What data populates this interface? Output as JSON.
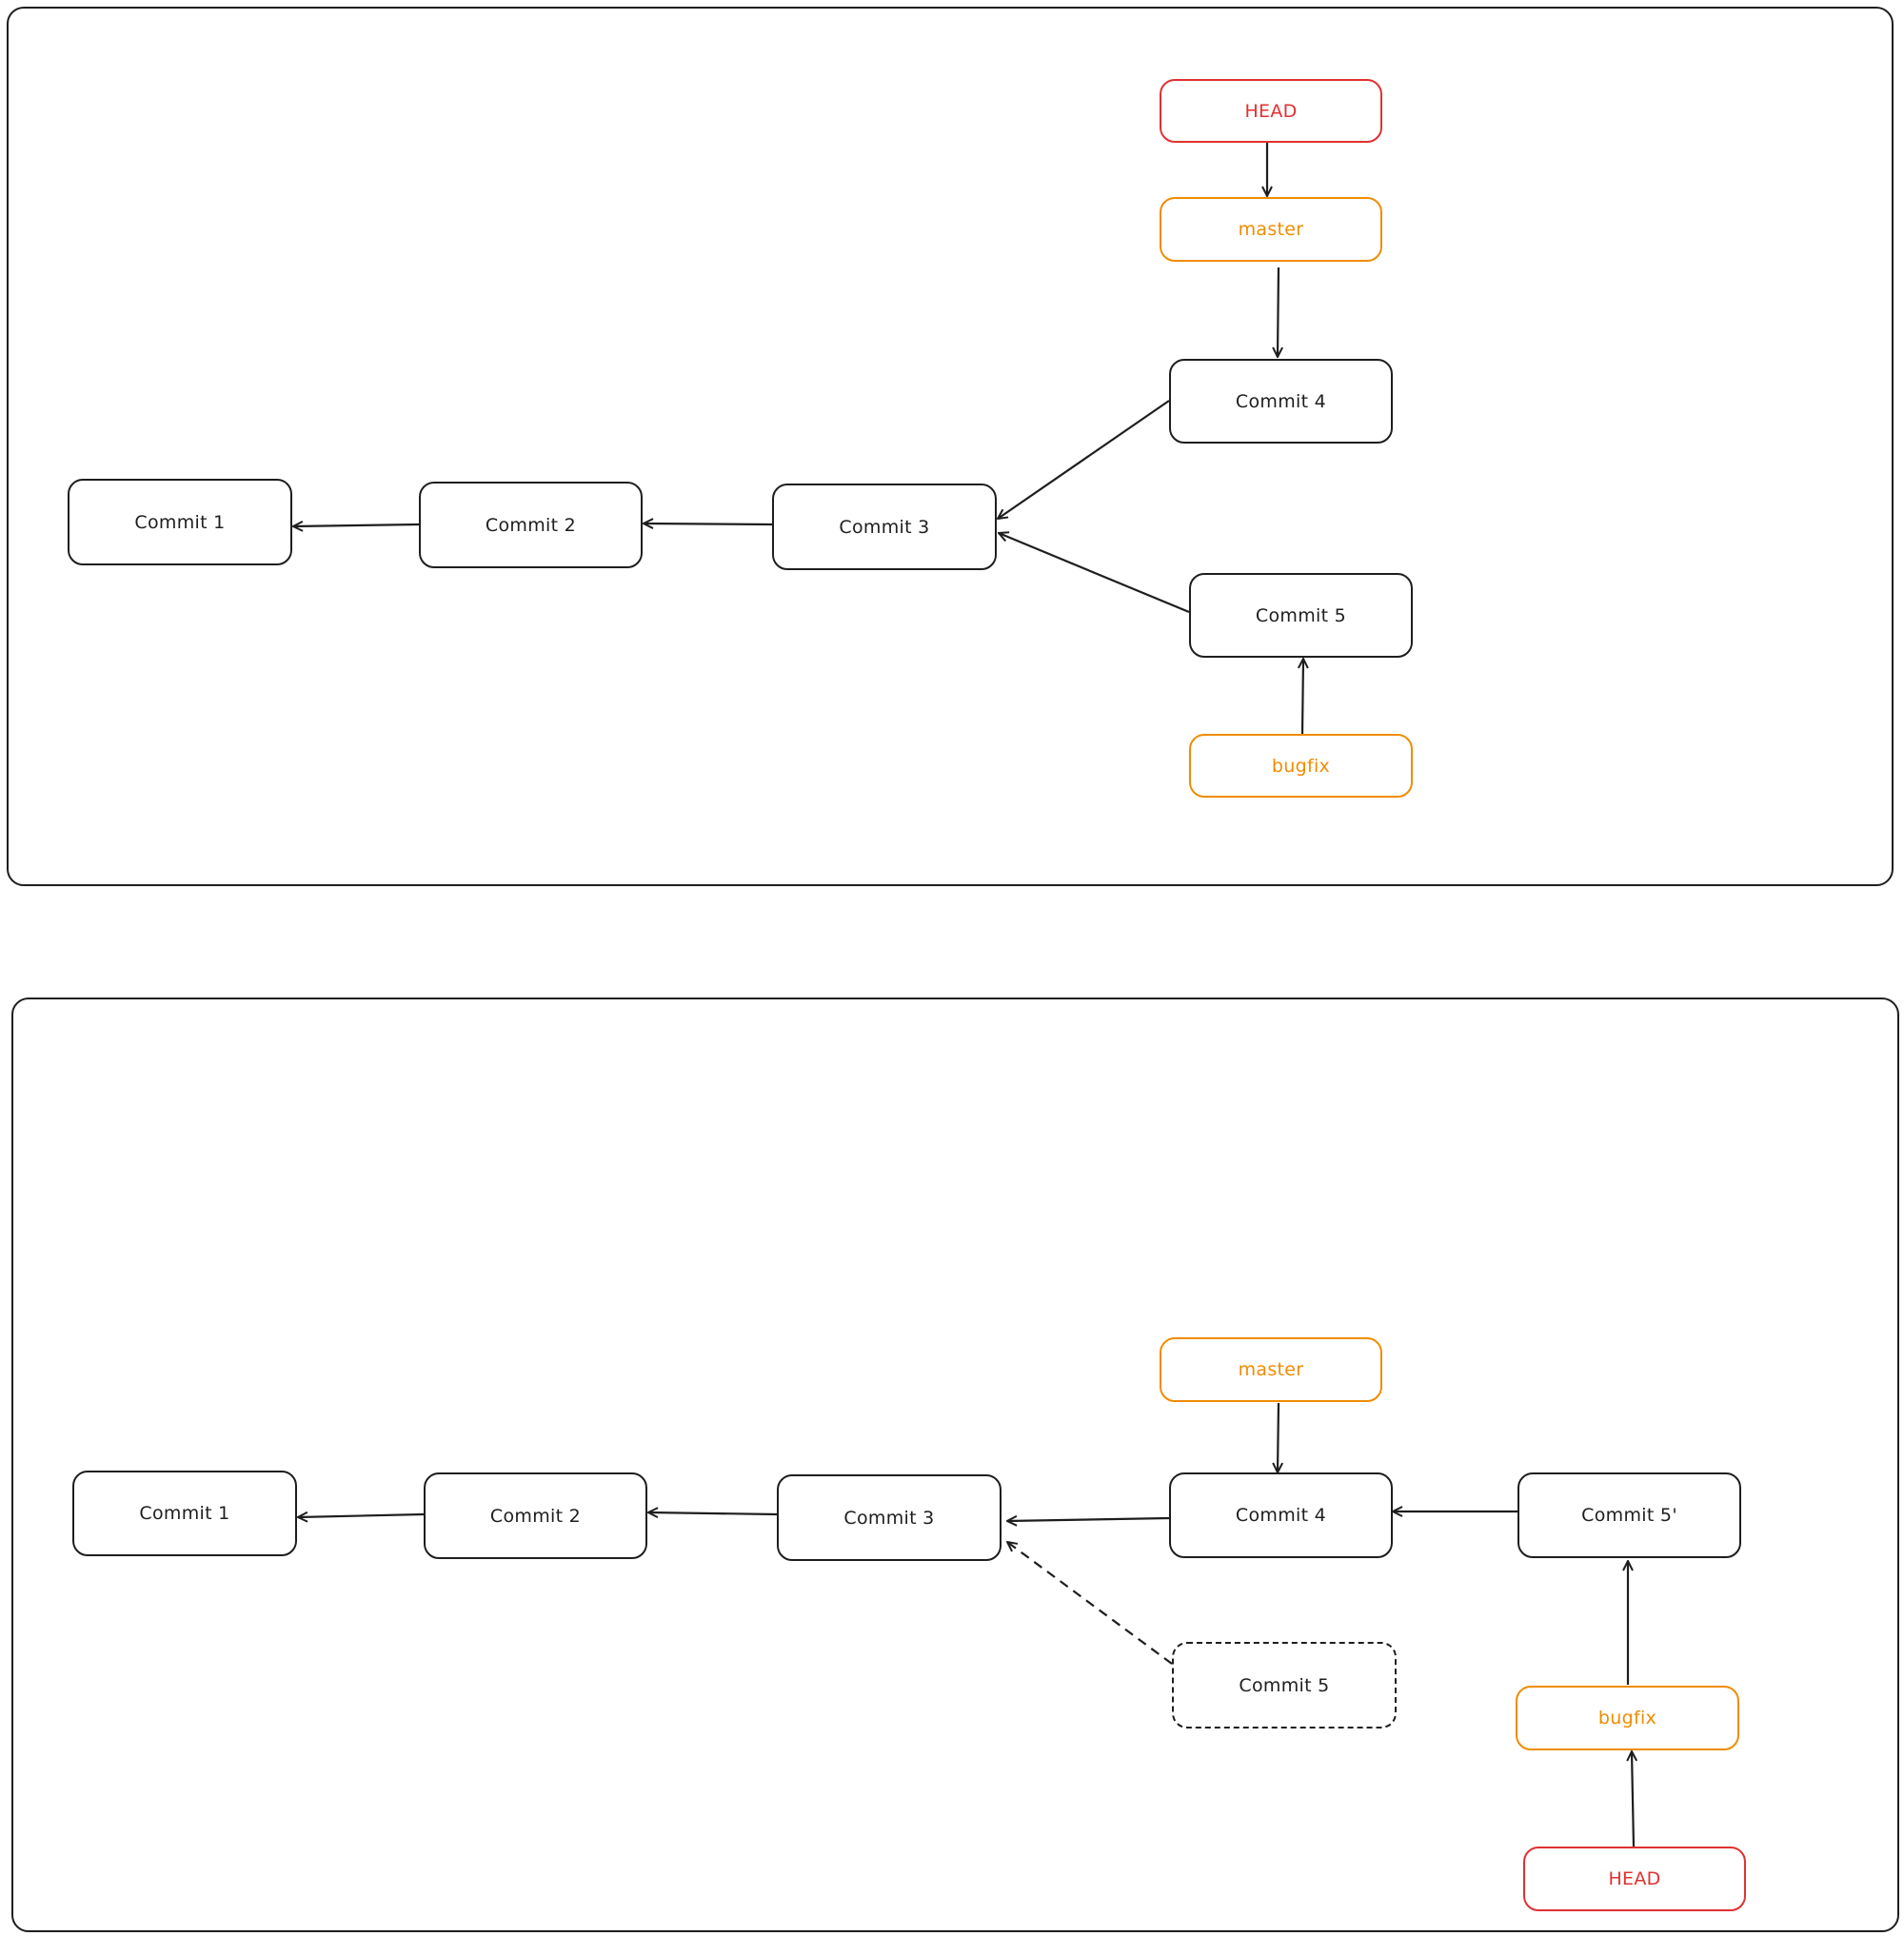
{
  "colors": {
    "stroke": "#1e1e1e",
    "branch": "#f08c00",
    "head": "#e03131"
  },
  "top": {
    "head": "HEAD",
    "master": "master",
    "bugfix": "bugfix",
    "commit1": "Commit 1",
    "commit2": "Commit 2",
    "commit3": "Commit 3",
    "commit4": "Commit 4",
    "commit5": "Commit 5"
  },
  "bottom": {
    "master": "master",
    "bugfix": "bugfix",
    "head": "HEAD",
    "commit1": "Commit 1",
    "commit2": "Commit 2",
    "commit3": "Commit 3",
    "commit4": "Commit 4",
    "commit5_prime": "Commit 5'",
    "commit5_old": "Commit 5"
  }
}
